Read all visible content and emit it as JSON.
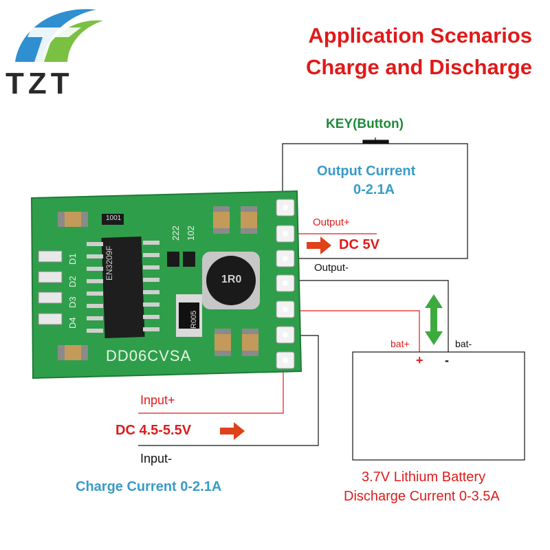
{
  "brand": {
    "logo_text": "TZT"
  },
  "header": {
    "line1": "Application Scenarios",
    "line2": "Charge and Discharge"
  },
  "labels": {
    "key": "KEY(Button)",
    "output_current_1": "Output Current",
    "output_current_2": "0-2.1A",
    "output_plus": "Output+",
    "dc_out": "DC 5V",
    "output_minus": "Output-",
    "bat_plus": "bat+",
    "bat_minus": "bat-",
    "plus_sign": "+",
    "minus_sign": "-",
    "input_plus": "Input+",
    "dc_in": "DC 4.5-5.5V",
    "input_minus": "Input-",
    "charge_current": "Charge Current 0-2.1A",
    "battery_1": "3.7V Lithium Battery",
    "battery_2": "Discharge Current 0-3.5A"
  },
  "board": {
    "model": "DD06CVSA",
    "chip_text": "EN3209F",
    "inductor_text": "1R0",
    "resistor_text": "R005",
    "marks": [
      "D1",
      "D2",
      "D3",
      "D4",
      "222",
      "102",
      "1001"
    ]
  },
  "colors": {
    "title": "#e01a1a",
    "blue": "#3a9bc7",
    "green": "#1e8a3a",
    "pcb": "#2f9e4a"
  }
}
